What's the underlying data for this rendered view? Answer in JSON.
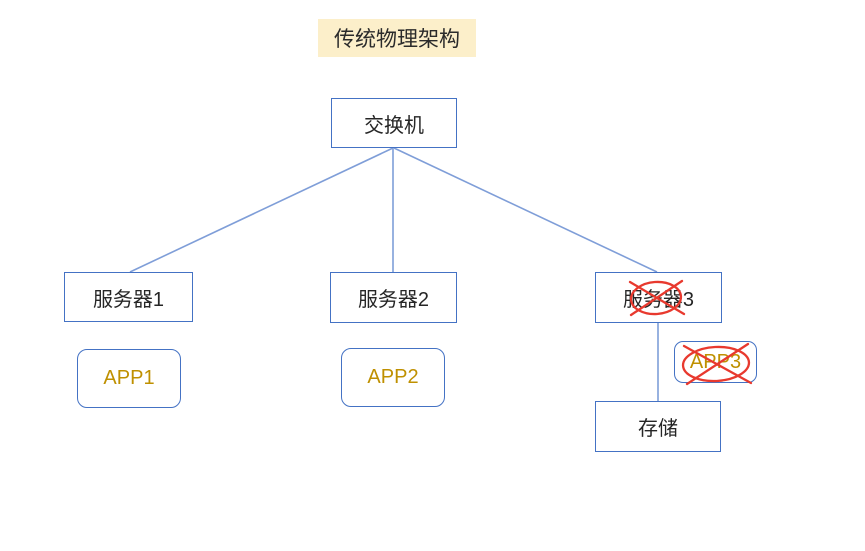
{
  "title": "传统物理架构",
  "nodes": {
    "switch": {
      "label": "交换机",
      "shape": "rect"
    },
    "server1": {
      "label": "服务器1",
      "shape": "rect"
    },
    "server2": {
      "label": "服务器2",
      "shape": "rect"
    },
    "server3": {
      "label": "服务器3",
      "shape": "rect",
      "annotation": "red-crossout"
    },
    "app1": {
      "label": "APP1",
      "shape": "rounded"
    },
    "app2": {
      "label": "APP2",
      "shape": "rounded"
    },
    "app3": {
      "label": "APP3",
      "shape": "rounded",
      "annotation": "red-crossout"
    },
    "storage": {
      "label": "存储",
      "shape": "rect"
    }
  },
  "edges": [
    {
      "from": "switch",
      "to": "server1"
    },
    {
      "from": "switch",
      "to": "server2"
    },
    {
      "from": "switch",
      "to": "server3"
    },
    {
      "from": "server3",
      "to": "storage"
    }
  ],
  "colors": {
    "box_border": "#4472C4",
    "connector": "#7F9ED8",
    "app_text": "#BF9000",
    "annotation_red": "#E8392E",
    "title_bg": "#FCEFCA",
    "text_color": "#262626",
    "background": "#FFFFFF"
  }
}
